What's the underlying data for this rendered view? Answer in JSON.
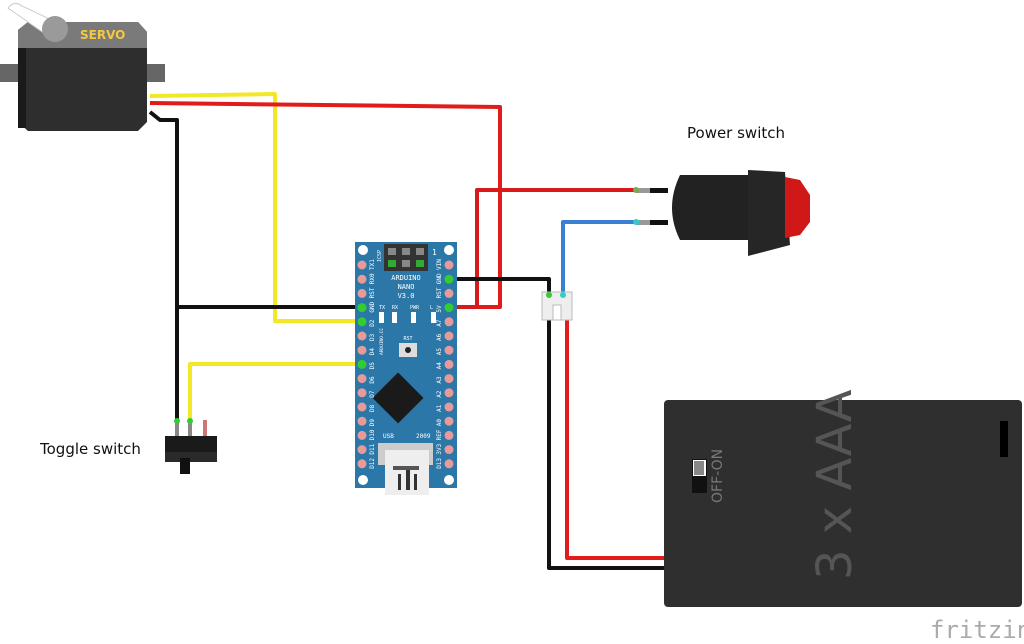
{
  "labels": {
    "toggle_switch": "Toggle switch",
    "power_switch": "Power switch",
    "watermark": "fritzing"
  },
  "servo": {
    "label": "SERVO"
  },
  "arduino": {
    "name_line1": "ARDUINO",
    "name_line2": "NANO",
    "name_line3": "V3.0",
    "icsp": "ICSP",
    "icsp_pin1": "1",
    "leds": [
      "TX",
      "RX",
      "PWR",
      "L"
    ],
    "rst_button": "RST",
    "site": "ARDUINO.CC",
    "usb": "USB",
    "year": "2009",
    "left_pins": [
      "TX1",
      "RX0",
      "RST",
      "GND",
      "D2",
      "D3",
      "D4",
      "D5",
      "D6",
      "D7",
      "D8",
      "D9",
      "D10",
      "D11",
      "D12"
    ],
    "right_pins": [
      "VIN",
      "GND",
      "RST",
      "5V",
      "A7",
      "A6",
      "A5",
      "A4",
      "A3",
      "A2",
      "A1",
      "A0",
      "REF",
      "3V3",
      "D13"
    ]
  },
  "battery": {
    "label": "3 x AAA",
    "switch_label": "OFF-ON"
  },
  "colors": {
    "board": "#2a77a8",
    "wire_red": "#e21b1b",
    "wire_yellow": "#f2e826",
    "wire_black": "#111111",
    "wire_blue": "#3a7fd0",
    "battery": "#2f2f2f",
    "button_red": "#d01818"
  }
}
